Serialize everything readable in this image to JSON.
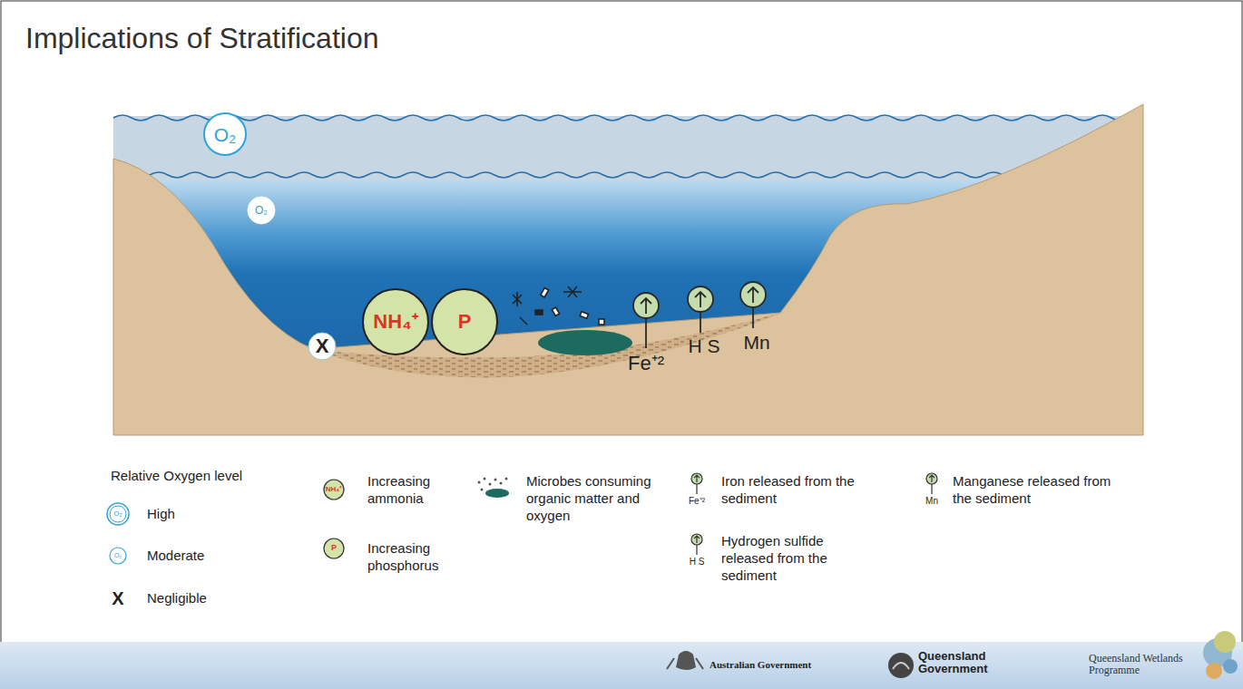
{
  "diagram": {
    "title": "Implications of Stratification",
    "nodes": [
      {
        "text": [
          "O₂"
        ]
      },
      {
        "text": [
          "O₂"
        ]
      },
      {
        "text": [
          "NH₄⁺"
        ]
      },
      {
        "text": [
          "P"
        ]
      }
    ],
    "labels": [
      "Relative Oxygen level",
      "O₂",
      "O₂",
      "X",
      "NH₄⁺",
      "P",
      "Fe⁺²",
      "H S",
      "Mn",
      "X",
      "Fe⁺²",
      "H S",
      "Mn",
      "Australian Government",
      "Queensland Government",
      "Queensland Wetlands Programme"
    ],
    "legend": [
      {
        "text": "High"
      },
      {
        "text": "Moderate"
      },
      {
        "text": "Negligible"
      },
      {
        "text": "Increasing ammonia"
      },
      {
        "text": "Increasing phosphorus"
      },
      {
        "text": "Microbes consuming organic matter and oxygen"
      },
      {
        "text": "Iron released from the sediment"
      },
      {
        "text": "Hydrogen sulfide released from the sediment"
      },
      {
        "text": "Manganese released from the sediment"
      }
    ]
  }
}
